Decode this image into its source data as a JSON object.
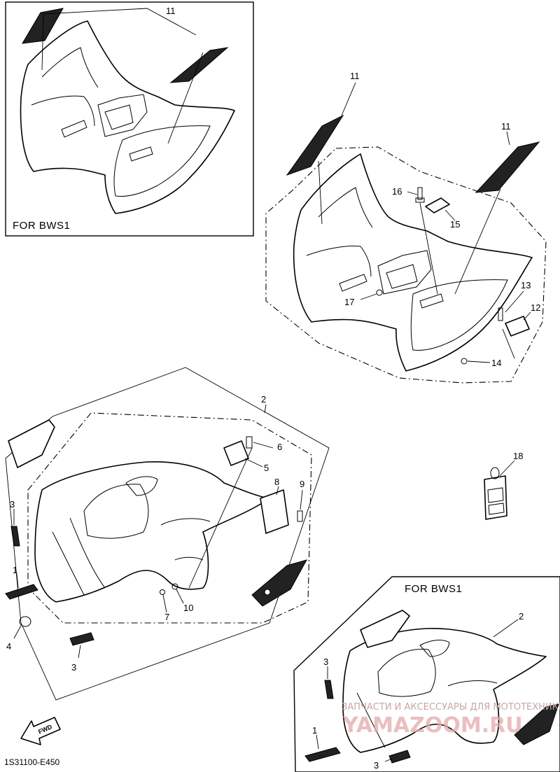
{
  "diagram": {
    "variant_label": "FOR BWS1",
    "fwd_label": "FWD",
    "drawing_code": "1S31100-E450",
    "watermark_line": "ЗАПЧАСТИ И АКСЕССУАРЫ ДЛЯ МОТОТЕХНИКИ",
    "watermark_logo": "YAMAZOOM.RU",
    "callouts": {
      "c1": "1",
      "c2": "2",
      "c3": "3",
      "c4": "4",
      "c5": "5",
      "c6": "6",
      "c7": "7",
      "c8": "8",
      "c9": "9",
      "c10": "10",
      "c11": "11",
      "c12": "12",
      "c13": "13",
      "c14": "14",
      "c15": "15",
      "c16": "16",
      "c17": "17",
      "c18": "18"
    }
  }
}
